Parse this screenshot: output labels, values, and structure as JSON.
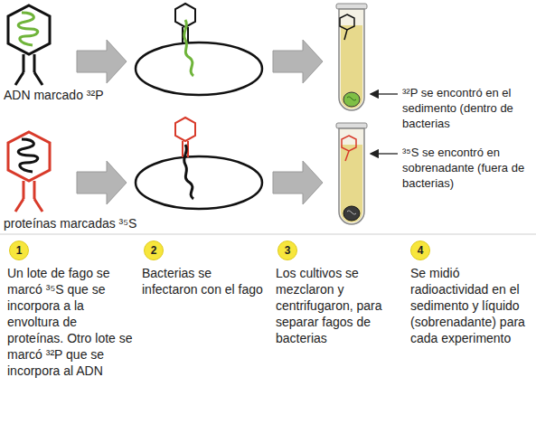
{
  "diagram": {
    "nodes": [
      {
        "text": [
          "1"
        ]
      },
      {
        "text": [
          "2"
        ]
      },
      {
        "text": [
          "3"
        ]
      },
      {
        "text": [
          "4"
        ]
      }
    ],
    "labels": [
      "ADN marcado ³²P",
      "³²P se encontró en el sedimento (dentro de bacterias",
      "³⁵S se encontró en sobrenadante (fuera de bacterias)",
      "proteínas marcadas ³⁵S",
      "Un lote de fago se marcó ³⁵S que se incorpora a la envoltura de proteínas. Otro lote se marcó ³²P que se incorpora al ADN",
      "Bacterias se infectaron con el fago",
      "Los cultivos se mezclaron y centrifugaron, para separar fagos de bacterias",
      "Se midió radioactividad en el sedimento y líquido (sobrenadante) para cada experimento"
    ]
  }
}
